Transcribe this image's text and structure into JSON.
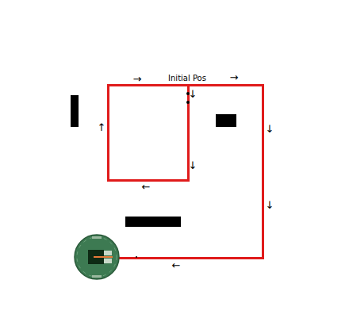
{
  "diagram": {
    "labels": [
      "→",
      "Initial Pos",
      "→",
      "↓",
      "↑",
      "↓",
      "↓",
      "←",
      "↓",
      "←"
    ]
  }
}
